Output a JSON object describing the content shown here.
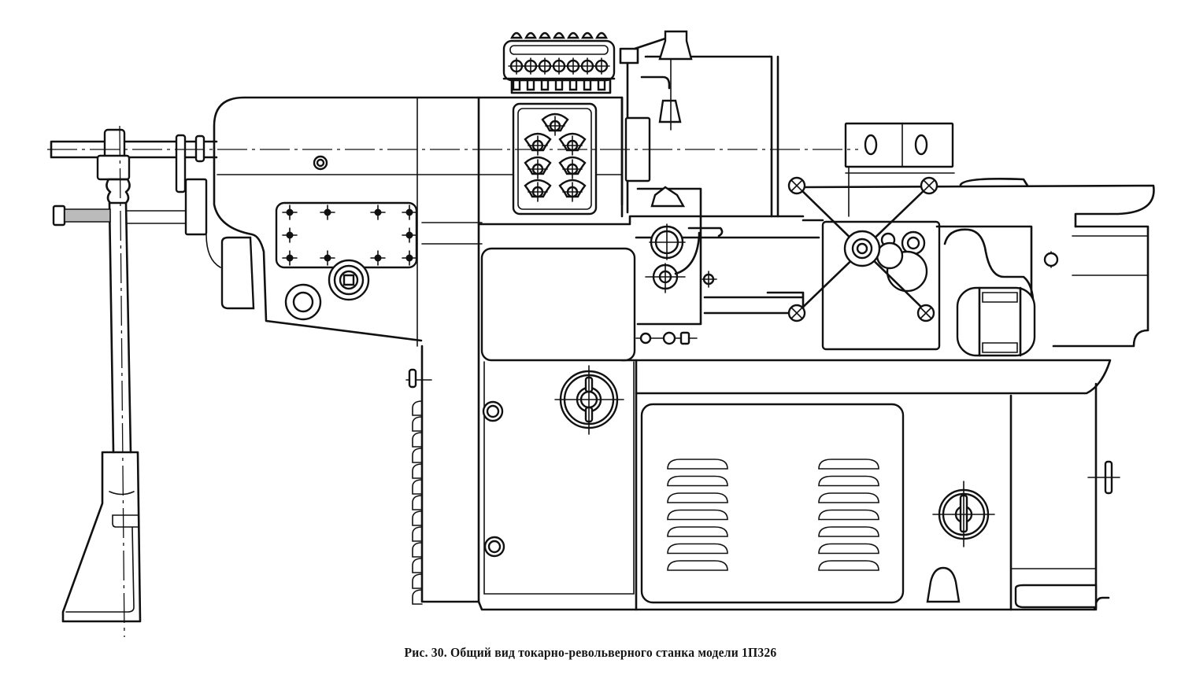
{
  "figure": {
    "caption": "Рис. 30. Общий вид токарно-револьверного станка модели 1П326",
    "subject": "turret lathe general view (line drawing)",
    "line_color": "#111111",
    "background_color": "#ffffff"
  },
  "parts": {
    "bar_stock_support": "bar-stock-support-stand",
    "headstock": "headstock",
    "speed_selector_panel": "speed-selector-panel",
    "gear_dial_strip": "gear-dial-strip",
    "coolant_lamp": "work-lamp",
    "turret_slide": "turret-slide",
    "capstan_handwheel": "capstan-star-handwheel",
    "electric_motor": "electric-motor",
    "bed": "lathe-bed",
    "ventilation_cover": "ventilation-cover",
    "tailstock_cabinet": "tail-cabinet"
  },
  "counts": {
    "louvres_per_column": 7,
    "gear_dials": 7,
    "selector_knobs": 7
  }
}
